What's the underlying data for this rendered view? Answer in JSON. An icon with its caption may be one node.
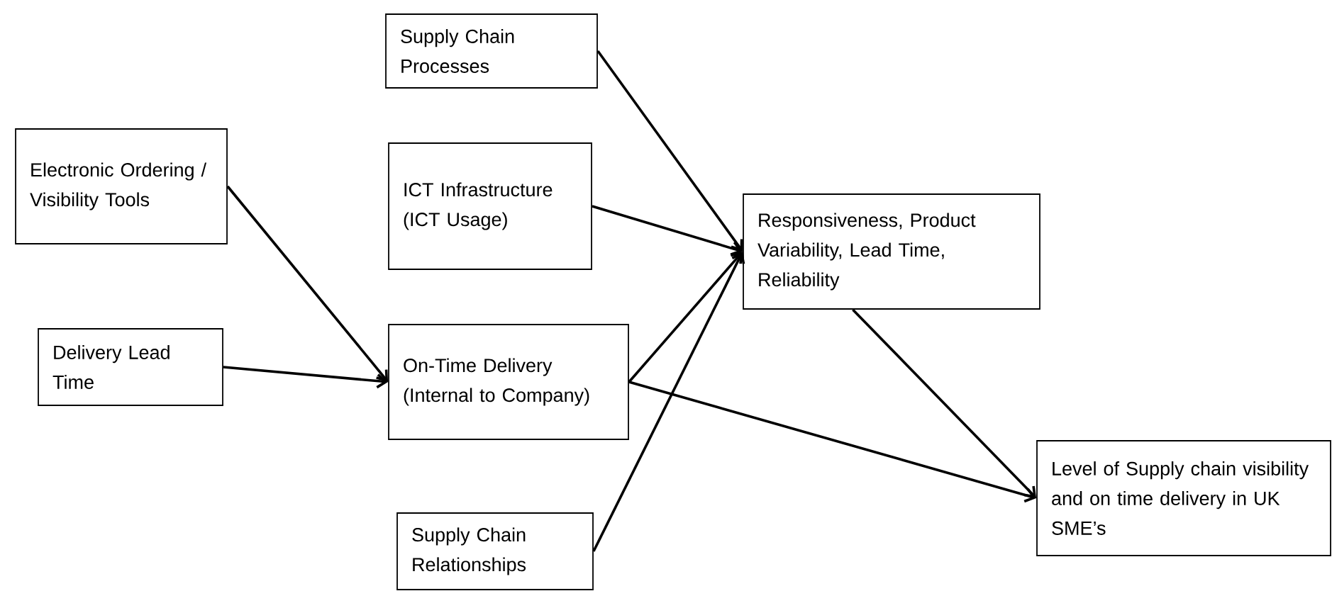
{
  "diagram": {
    "nodes": [
      {
        "text": [
          "Supply Chain Processes"
        ]
      },
      {
        "text": [
          "Electronic Ordering / Visibility Tools"
        ]
      },
      {
        "text": [
          "ICT Infrastructure (ICT Usage)"
        ]
      },
      {
        "text": [
          "Delivery Lead Time"
        ]
      },
      {
        "text": [
          "On-Time Delivery (Internal to Company)"
        ]
      },
      {
        "text": [
          "Responsiveness, Product Variability, Lead Time, Reliability"
        ]
      },
      {
        "text": [
          "Supply Chain Relationships"
        ]
      },
      {
        "text": [
          "Level of Supply chain visibility and on time delivery in UK SME’s"
        ]
      }
    ],
    "edges": [
      {
        "from": 0,
        "to": 5,
        "arrow": "to"
      },
      {
        "from": 2,
        "to": 5,
        "arrow": "to"
      },
      {
        "from": 1,
        "to": 4,
        "arrow": "to"
      },
      {
        "from": 3,
        "to": 4,
        "arrow": "to"
      },
      {
        "from": 4,
        "to": 5,
        "arrow": "to"
      },
      {
        "from": 6,
        "to": 5,
        "arrow": "to"
      },
      {
        "from": 4,
        "to": 7,
        "arrow": "to"
      },
      {
        "from": 5,
        "to": 7,
        "arrow": "to"
      }
    ]
  }
}
